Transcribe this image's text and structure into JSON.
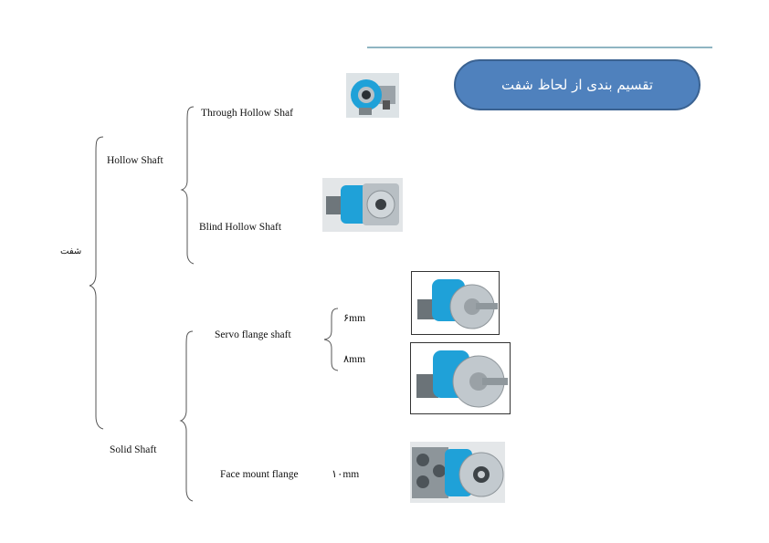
{
  "title": "تقسیم بندی از لحاظ شفت",
  "root_label": "شفت",
  "branches": {
    "hollow_shaft": {
      "label": "Hollow Shaft",
      "items": [
        "Through Hollow Shaf",
        "Blind Hollow Shaft"
      ]
    },
    "solid_shaft": {
      "label": "Solid Shaft",
      "items": [
        "Servo flange  shaft",
        "Face mount flange"
      ],
      "servo_sizes": [
        "۶mm",
        "۸mm"
      ],
      "face_mount_size": "۱۰mm"
    }
  },
  "colors": {
    "title_fill": "#4f81bd",
    "title_border": "#3a6291",
    "top_rule": "#8fb5c2",
    "encoder_blue": "#1fa1d8"
  }
}
